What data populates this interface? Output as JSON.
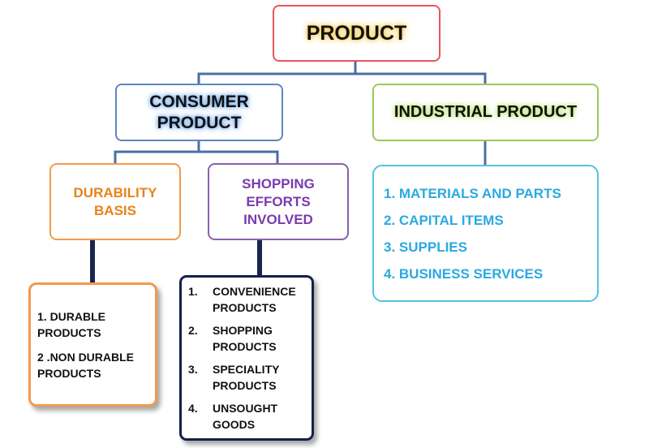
{
  "root": {
    "label": "PRODUCT"
  },
  "consumer": {
    "line1": "CONSUMER",
    "line2": "PRODUCT"
  },
  "industrial": {
    "label": "INDUSTRIAL PRODUCT",
    "items": [
      "1. MATERIALS AND PARTS",
      "2. CAPITAL ITEMS",
      "3. SUPPLIES",
      "4. BUSINESS SERVICES"
    ]
  },
  "durability": {
    "line1": "DURABILITY",
    "line2": "BASIS",
    "items": [
      {
        "line1": "1. DURABLE",
        "line2": "PRODUCTS"
      },
      {
        "line1": "2 .NON  DURABLE",
        "line2": "PRODUCTS"
      }
    ]
  },
  "shopping": {
    "line1": "SHOPPING",
    "line2": "EFFORTS",
    "line3": "INVOLVED",
    "items": [
      {
        "num": "1.",
        "line1": "CONVENIENCE",
        "line2": "PRODUCTS"
      },
      {
        "num": "2.",
        "line1": "SHOPPING",
        "line2": "PRODUCTS"
      },
      {
        "num": "3.",
        "line1": "SPECIALITY",
        "line2": "PRODUCTS"
      },
      {
        "num": "4.",
        "line1": "UNSOUGHT",
        "line2": "GOODS"
      }
    ]
  },
  "colors": {
    "root_border": "#e8545c",
    "root_glow": "#f5c842",
    "consumer_border": "#5b86c5",
    "industrial_border": "#9bc95b",
    "durability": "#e8821a",
    "shopping": "#7a3ab0",
    "industrial_list": "#2aa9e0",
    "connector": "#4a6fa8"
  }
}
